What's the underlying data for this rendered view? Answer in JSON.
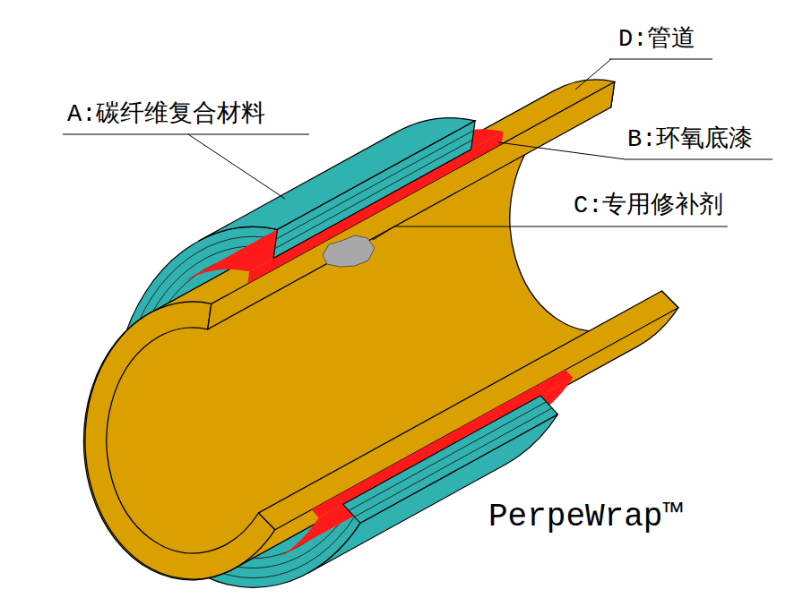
{
  "diagram": {
    "labels": [
      "D:管道",
      "A:碳纤维复合材料",
      "B:环氧底漆",
      "C:专用修补剂",
      "PerpeWrap™"
    ]
  }
}
